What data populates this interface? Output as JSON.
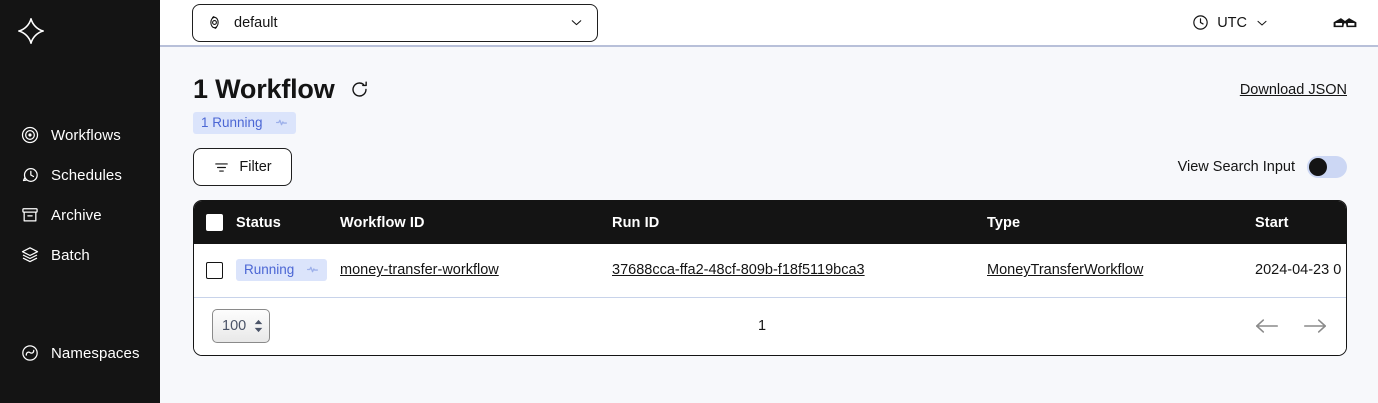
{
  "sidebar": {
    "logo_name": "temporal-logo",
    "items": [
      {
        "label": "Workflows",
        "icon": "workflows-icon"
      },
      {
        "label": "Schedules",
        "icon": "schedules-icon"
      },
      {
        "label": "Archive",
        "icon": "archive-icon"
      },
      {
        "label": "Batch",
        "icon": "batch-icon"
      }
    ],
    "lower_items": [
      {
        "label": "Namespaces",
        "icon": "namespaces-icon"
      }
    ]
  },
  "topbar": {
    "namespace": "default",
    "namespace_icon": "namespace-icon",
    "chevron_icon": "chevron-down-icon",
    "timezone": "UTC",
    "clock_icon": "clock-icon",
    "glasses_icon": "glasses-icon"
  },
  "header": {
    "title": "1 Workflow",
    "refresh_icon": "refresh-icon",
    "download_label": "Download JSON",
    "badge": {
      "label": "1 Running",
      "icon": "running-icon"
    }
  },
  "toolbar": {
    "filter_label": "Filter",
    "filter_icon": "filter-icon",
    "toggle_label": "View Search Input",
    "toggle_on": false
  },
  "table": {
    "columns": [
      {
        "key": "status",
        "label": "Status"
      },
      {
        "key": "workflow_id",
        "label": "Workflow ID"
      },
      {
        "key": "run_id",
        "label": "Run ID"
      },
      {
        "key": "type",
        "label": "Type"
      },
      {
        "key": "start",
        "label": "Start"
      }
    ],
    "rows": [
      {
        "status": "Running",
        "status_icon": "running-icon",
        "workflow_id": "money-transfer-workflow",
        "run_id": "37688cca-ffa2-48cf-809b-f18f5119bca3",
        "type": "MoneyTransferWorkflow",
        "start": "2024-04-23 0"
      }
    ]
  },
  "pagination": {
    "page_size": "100",
    "page_number": "1",
    "prev_icon": "arrow-left-icon",
    "next_icon": "arrow-right-icon"
  },
  "colors": {
    "sidebar_bg": "#141414",
    "page_bg": "#f7f8fb",
    "accent_blue": "#4b66d4",
    "badge_bg": "#dbe4fb",
    "toggle_track": "#ccd7f4"
  }
}
